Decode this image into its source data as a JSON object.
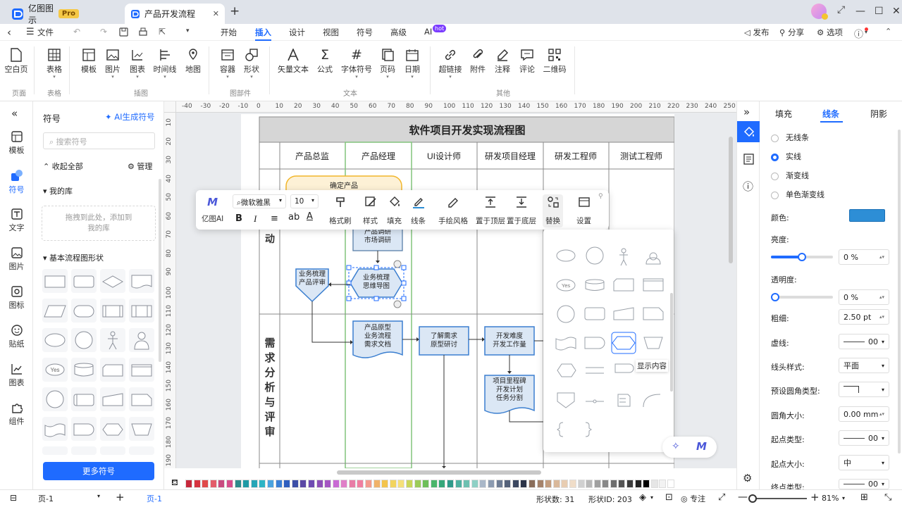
{
  "titlebar": {
    "app_name": "亿图图示",
    "pro_badge": "Pro",
    "doc_tab": "产品开发流程",
    "new_tab": "+",
    "minimize": "—",
    "maximize": "☐",
    "close": "✕"
  },
  "menubar": {
    "file": "文件",
    "items": [
      "开始",
      "插入",
      "设计",
      "视图",
      "符号",
      "高级",
      "AI"
    ],
    "active": "插入",
    "ai_badge": "hot",
    "publish": "发布",
    "share": "分享",
    "options": "选项"
  },
  "ribbon": {
    "buttons": [
      "空白页",
      "表格",
      "模板",
      "图片",
      "图表",
      "时间线",
      "地图",
      "容器",
      "形状",
      "矢量文本",
      "公式",
      "字体符号",
      "页码",
      "日期",
      "超链接",
      "附件",
      "注释",
      "评论",
      "二维码"
    ],
    "groups": [
      "页面",
      "表格",
      "插图",
      "图部件",
      "文本",
      "其他"
    ]
  },
  "left_rail": [
    "模板",
    "符号",
    "文字",
    "图片",
    "图标",
    "贴纸",
    "图表",
    "组件"
  ],
  "symbol_panel": {
    "title": "符号",
    "ai_generate": "AI生成符号",
    "search_placeholder": "搜索符号",
    "collapse_all": "收起全部",
    "manage": "管理",
    "my_library": "我的库",
    "drop_hint_line1": "拖拽到此处，添加到",
    "drop_hint_line2": "我的库",
    "basic_flow": "基本流程图形状",
    "more_button": "更多符号",
    "yes_label": "Yes"
  },
  "canvas": {
    "h_ruler": [
      "-40",
      "-30",
      "-20",
      "-10",
      "0",
      "10",
      "20",
      "30",
      "40",
      "50",
      "60",
      "70",
      "80",
      "90",
      "100",
      "110",
      "120",
      "130",
      "140",
      "150",
      "160",
      "170",
      "180",
      "190",
      "200",
      "210",
      "220",
      "230",
      "240",
      "250"
    ],
    "v_ruler": [
      "10",
      "20",
      "30",
      "40",
      "50",
      "60",
      "70",
      "80",
      "90",
      "100",
      "110",
      "120",
      "130",
      "140",
      "150",
      "160",
      "170",
      "180",
      "190"
    ],
    "diagram_title": "软件项目开发实现流程图",
    "lanes": [
      "产品总监",
      "产品经理",
      "UI设计师",
      "研发项目经理",
      "研发工程师",
      "测试工程师"
    ],
    "phase_a_label": "动",
    "phase_b_label": "需求分析与评审",
    "nodes": {
      "confirm_product": "确定产品",
      "market_research": "产品调研\n市场调研",
      "review_director": "业务梳理\n产品评审",
      "mindmap": "业务梳理\n思维导图",
      "prototype": "产品原型\n业务流程\n需求文档",
      "ui_review": "了解需求\n原型研讨",
      "dev_estimate": "开发难度\n开发工作量",
      "milestone": "项目里程碑\n开发计划\n任务分割"
    }
  },
  "float_toolbar": {
    "ai_label": "亿图AI",
    "font": "微软雅黑",
    "size": "10",
    "bold": "B",
    "italic": "I",
    "ab": "ab",
    "a_letter": "A",
    "buttons": [
      "格式刷",
      "样式",
      "填充",
      "线条",
      "手绘风格",
      "置于顶层",
      "置于底层",
      "替换",
      "设置"
    ]
  },
  "replace_popup": {
    "tooltip": "显示内容",
    "yes_label": "Yes"
  },
  "right_panel": {
    "tabs": [
      "填充",
      "线条",
      "阴影"
    ],
    "active_tab": "线条",
    "line_options": [
      "无线条",
      "实线",
      "渐变线",
      "单色渐变线"
    ],
    "selected_option": "实线",
    "color_label": "颜色:",
    "line_color": "#2d8ed6",
    "brightness_label": "亮度:",
    "brightness_value": "0 %",
    "transparency_label": "透明度:",
    "transparency_value": "0 %",
    "weight_label": "粗细:",
    "weight_value": "2.50 pt",
    "dash_label": "虚线:",
    "dash_value": "00",
    "arrow_style_label": "线头样式:",
    "arrow_style_value": "平面",
    "corner_type_label": "预设圆角类型:",
    "corner_size_label": "圆角大小:",
    "corner_size_value": "0.00 mm",
    "start_type_label": "起点类型:",
    "start_type_value": "00",
    "start_size_label": "起点大小:",
    "start_size_value": "中",
    "end_type_label": "终点类型:",
    "end_type_value": "00"
  },
  "statusbar": {
    "page_select": "页-1",
    "page_tab": "页-1",
    "shape_count": "形状数: 31",
    "shape_id": "形状ID: 203",
    "focus": "专注",
    "zoom": "81%"
  },
  "palette_colors": [
    "#c6283b",
    "#d6333f",
    "#e04a4a",
    "#e35c6a",
    "#c94a80",
    "#d64d8c",
    "#2e8b8b",
    "#1f9aa5",
    "#26a6b7",
    "#2db4c5",
    "#4aa3df",
    "#3a7fd5",
    "#2f5fbf",
    "#3d4fa7",
    "#5a47a5",
    "#6f4bb2",
    "#8e4fb7",
    "#a455c2",
    "#c96ad4",
    "#e07fc8",
    "#e87ca6",
    "#f07ea0",
    "#f39a8e",
    "#f0b26a",
    "#f3c44d",
    "#f2d45f",
    "#f5e07a",
    "#c9d65a",
    "#9ccb5a",
    "#6fbf5a",
    "#4ab56a",
    "#35a77a",
    "#2f9a8a",
    "#4fb0a0",
    "#6dc0b0",
    "#8ed0c5",
    "#a9b7c8",
    "#8c9bb0",
    "#6f7d94",
    "#55627a",
    "#3b4760",
    "#2b3448",
    "#8a6d5a",
    "#a5826a",
    "#c29c7e",
    "#d9b89a",
    "#e8cdb2",
    "#f0ddc8",
    "#d0d0d0",
    "#b8b8b8",
    "#a0a0a0",
    "#888888",
    "#6e6e6e",
    "#555555",
    "#3c3c3c",
    "#222222",
    "#000000",
    "#e6e6e6",
    "#f2f2f2",
    "#ffffff"
  ]
}
